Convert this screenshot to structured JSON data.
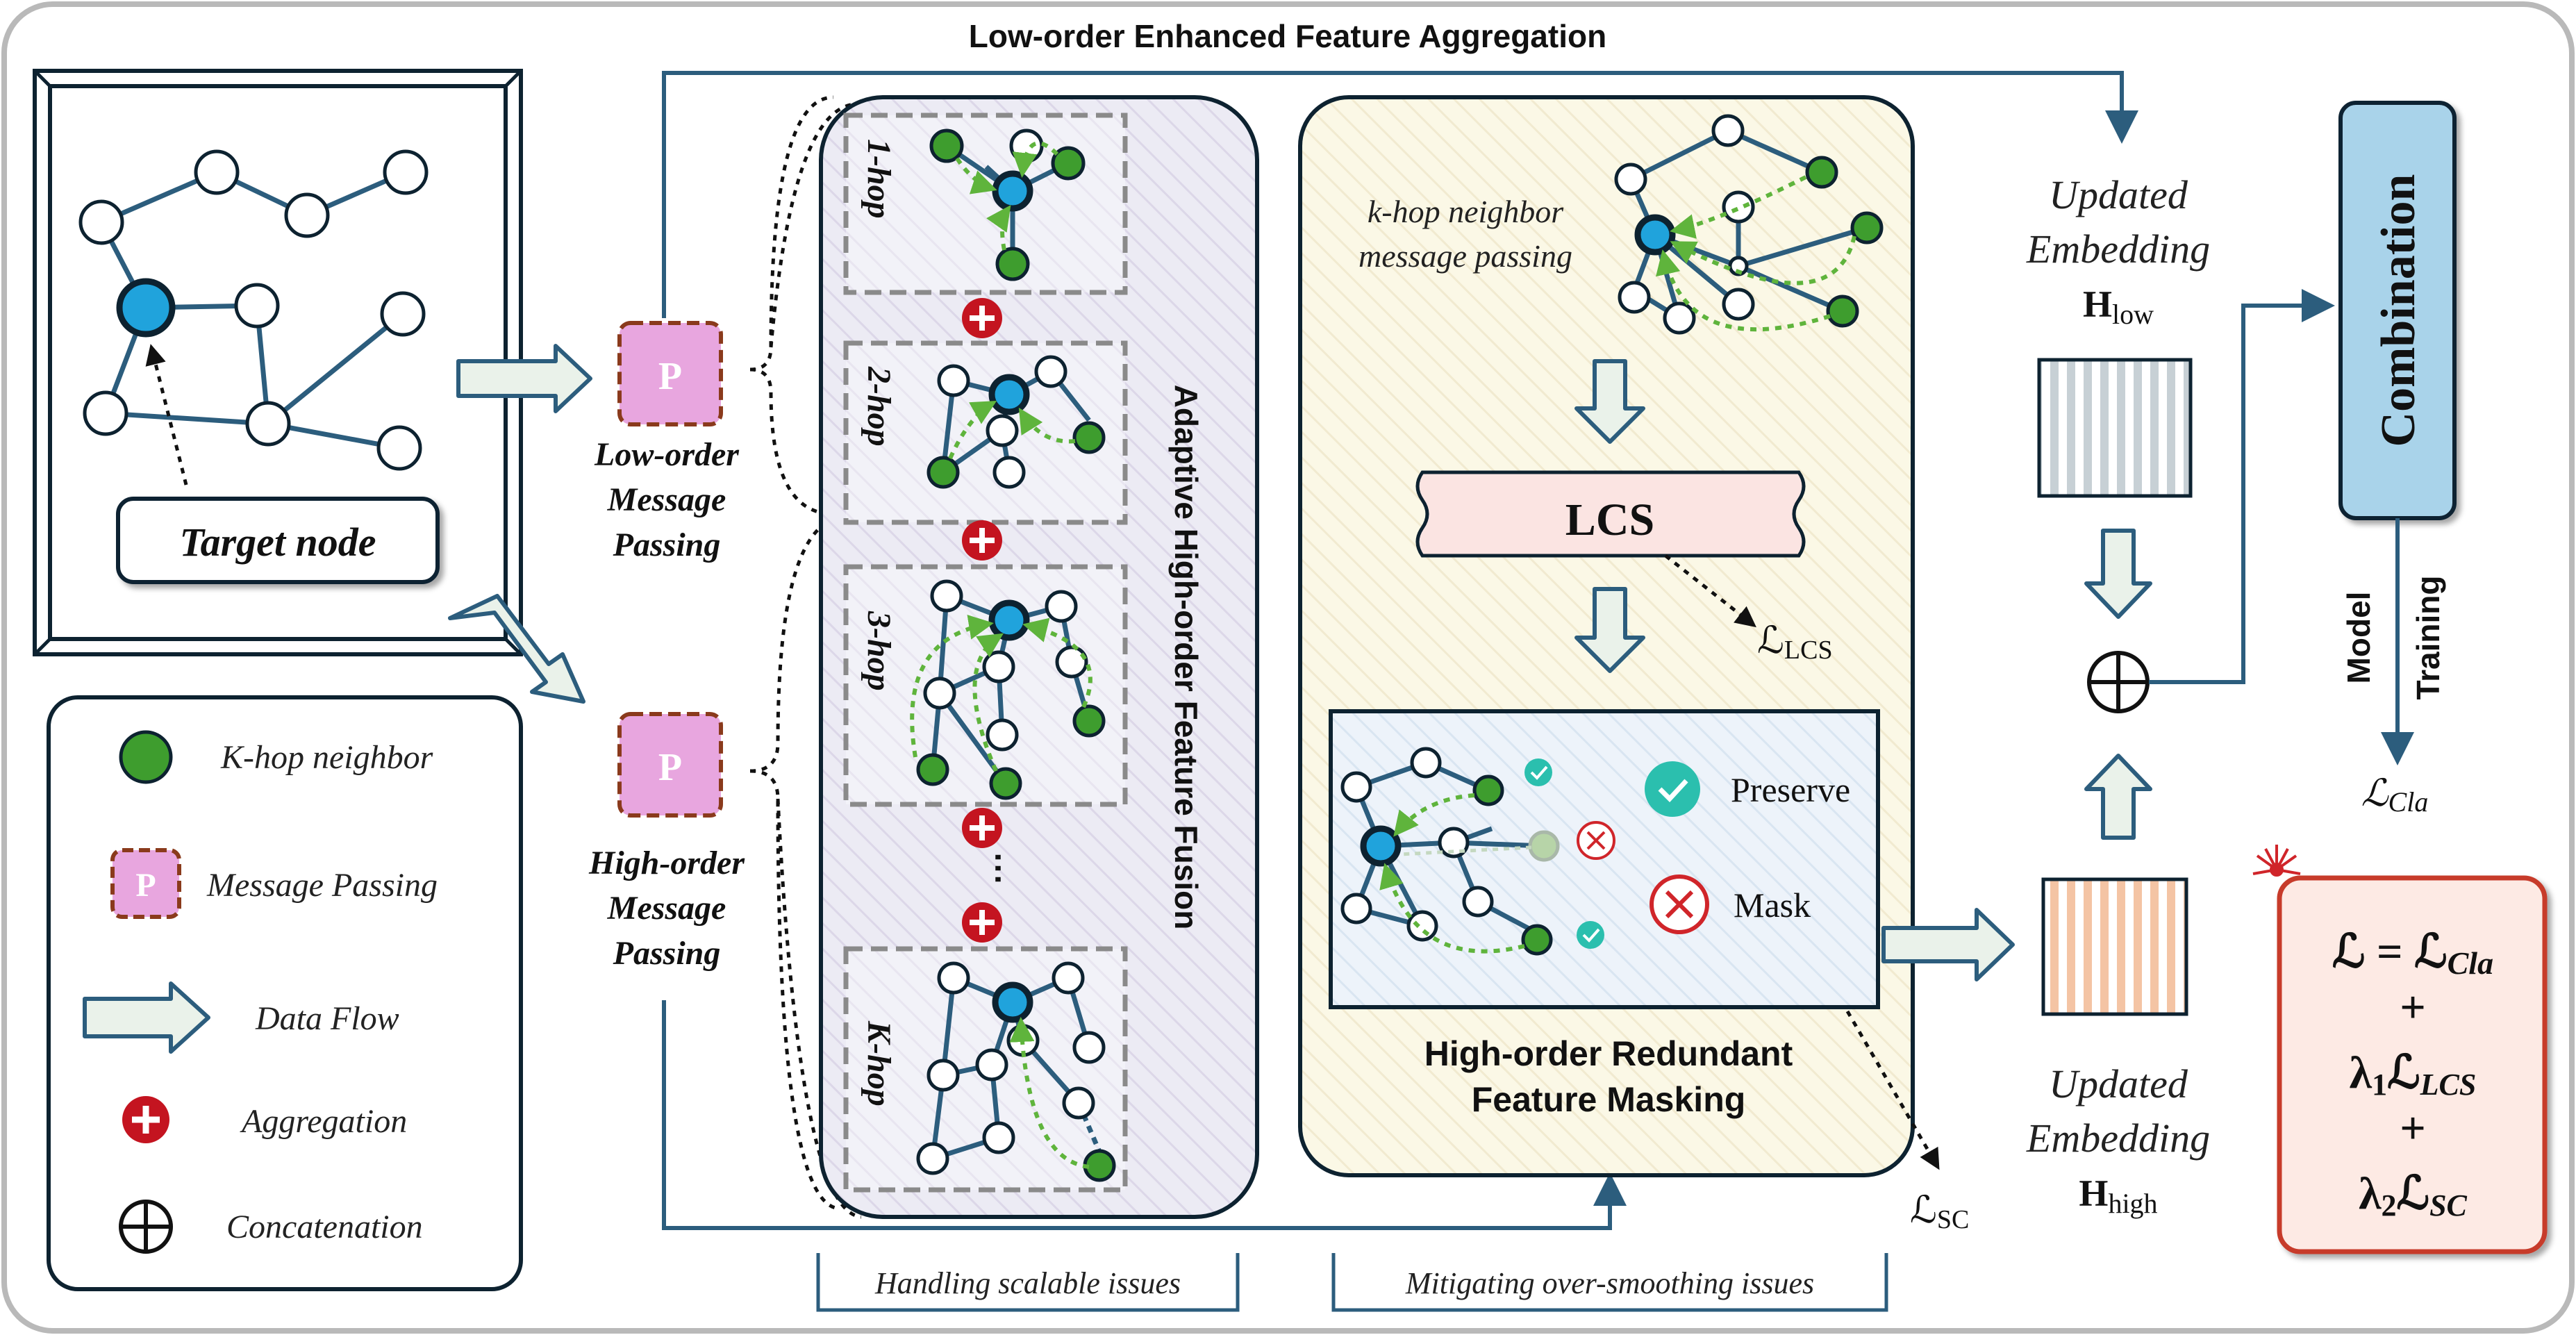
{
  "title": "Low-order Enhanced Feature Aggregation",
  "target_node_label": "Target node",
  "low_order_label": [
    "Low-order",
    "Message",
    "Passing"
  ],
  "high_order_label": [
    "High-order",
    "Message",
    "Passing"
  ],
  "p_label": "P",
  "hops": [
    "1-hop",
    "2-hop",
    "3-hop",
    "K-hop"
  ],
  "fusion_title": "Adaptive High-order Feature Fusion",
  "khop_caption": [
    "k-hop neighbor",
    "message passing"
  ],
  "lcs_label": "LCS",
  "loss_lcs": "ℒ",
  "loss_lcs_sub": "LCS",
  "preserve_label": "Preserve",
  "mask_label": "Mask",
  "masking_title": [
    "High-order Redundant",
    "Feature Masking"
  ],
  "loss_sc": "ℒ",
  "loss_sc_sub": "SC",
  "handling_label": "Handling scalable issues",
  "mitigating_label": "Mitigating over-smoothing issues",
  "updated_low": [
    "Updated",
    "Embedding"
  ],
  "h_low": "H",
  "h_low_sub": "low",
  "updated_high": [
    "Updated",
    "Embedding"
  ],
  "h_high": "H",
  "h_high_sub": "high",
  "combination_label": "Combination",
  "model_training": [
    "Model",
    "Training"
  ],
  "loss_cla": "ℒ",
  "loss_cla_sub": "Cla",
  "loss_formula": {
    "line1": "ℒ = ℒ",
    "line1_sub": "Cla",
    "plus1": "+",
    "line2": "λ",
    "line2_sub1": "1",
    "line2_b": "ℒ",
    "line2_sub2": "LCS",
    "plus2": "+",
    "line3": "λ",
    "line3_sub1": "2",
    "line3_b": "ℒ",
    "line3_sub2": "SC"
  },
  "legend": {
    "khop_neighbor": "K-hop neighbor",
    "message_passing": "Message Passing",
    "data_flow": "Data Flow",
    "aggregation": "Aggregation",
    "concatenation": "Concatenation"
  },
  "colors": {
    "frame": "#b9b9b9",
    "edge": "#2c5d7d",
    "target": "#20a3dc",
    "neighbor": "#3e9d2e",
    "p_fill": "#e8a6df",
    "p_border": "#8a3a1c",
    "fusion_bg": "#ecebf4",
    "masking_bg": "#fbf8e6",
    "lcs_fill": "#fbe4e2",
    "combination": "#a9d3ea",
    "h_low": "#c7d0d5",
    "h_high": "#f4c4a4",
    "loss_box": "#fdeae4",
    "loss_border": "#c73a2a"
  }
}
